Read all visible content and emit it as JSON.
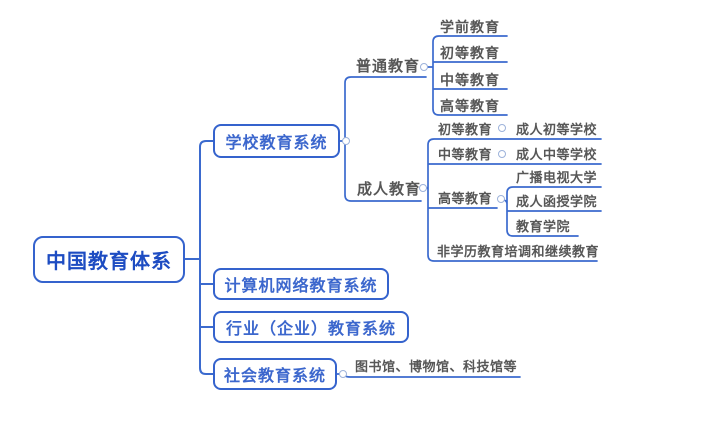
{
  "colors": {
    "line": "#3b6ace",
    "box_border": "#3563cd",
    "box_text": "#3c67cd",
    "root_text": "#1d4cc2",
    "leaf_text": "#575757",
    "toggle_border": "#9db2da",
    "bg": "#ffffff"
  },
  "tree": {
    "label": "中国教育体系",
    "children": [
      {
        "label": "学校教育系统",
        "children": [
          {
            "label": "普通教育",
            "children": [
              {
                "label": "学前教育"
              },
              {
                "label": "初等教育"
              },
              {
                "label": "中等教育"
              },
              {
                "label": "高等教育"
              }
            ]
          },
          {
            "label": "成人教育",
            "children": [
              {
                "label": "初等教育",
                "children": [
                  {
                    "label": "成人初等学校"
                  }
                ]
              },
              {
                "label": "中等教育",
                "children": [
                  {
                    "label": "成人中等学校"
                  }
                ]
              },
              {
                "label": "高等教育",
                "children": [
                  {
                    "label": "广播电视大学"
                  },
                  {
                    "label": "成人函授学院"
                  },
                  {
                    "label": "教育学院"
                  }
                ]
              },
              {
                "label": "非学历教育培调和继续教育"
              }
            ]
          }
        ]
      },
      {
        "label": "计算机网络教育系统"
      },
      {
        "label": "行业（企业）教育系统"
      },
      {
        "label": "社会教育系统",
        "children": [
          {
            "label": "图书馆、博物馆、科技馆等"
          }
        ]
      }
    ]
  }
}
